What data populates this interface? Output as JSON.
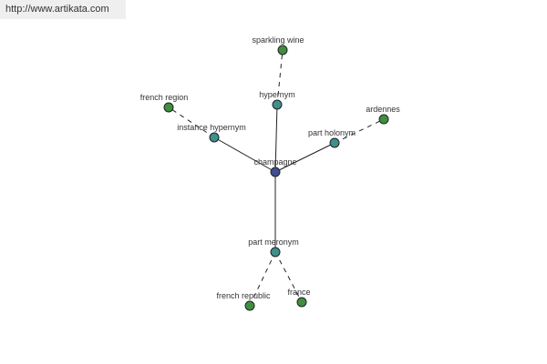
{
  "source_url": "http://www.artikata.com",
  "colors": {
    "center": "#3f4f8f",
    "relation": "#3f8f8a",
    "leaf": "#3f8f3f",
    "edge": "#222222"
  },
  "graph": {
    "center": {
      "id": "champagne",
      "label": "champagne"
    },
    "relations": [
      {
        "id": "hypernym",
        "label": "hypernym"
      },
      {
        "id": "instance-hypernym",
        "label": "instance hypernym"
      },
      {
        "id": "part-holonym",
        "label": "part holonym"
      },
      {
        "id": "part-meronym",
        "label": "part meronym"
      }
    ],
    "leaves": [
      {
        "id": "sparkling-wine",
        "label": "sparkling wine",
        "parent": "hypernym"
      },
      {
        "id": "french-region",
        "label": "french region",
        "parent": "instance-hypernym"
      },
      {
        "id": "ardennes",
        "label": "ardennes",
        "parent": "part-holonym"
      },
      {
        "id": "french-republic",
        "label": "french republic",
        "parent": "part-meronym"
      },
      {
        "id": "france",
        "label": "france",
        "parent": "part-meronym"
      }
    ]
  }
}
